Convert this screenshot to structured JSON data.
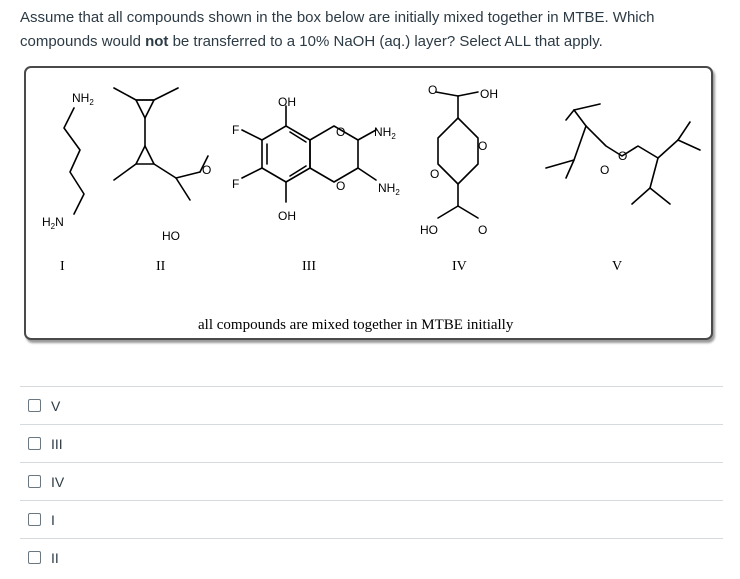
{
  "question": {
    "part1": "Assume that all compounds shown in the box below are initially mixed together in MTBE. Which compounds would ",
    "emphasis": "not",
    "part2": " be transferred to a 10% NaOH (aq.) layer? Select ALL that apply."
  },
  "figure": {
    "compound_numbers": [
      "I",
      "II",
      "III",
      "IV",
      "V"
    ],
    "atom_labels": {
      "nh2": "NH",
      "nh2_sub": "2",
      "h2n_h": "H",
      "h2n_sub": "2",
      "h2n_n": "N",
      "oh": "OH",
      "ho": "HO",
      "o": "O",
      "f": "F"
    },
    "caption": "all compounds are mixed together in MTBE initially"
  },
  "answers": [
    {
      "label": "V"
    },
    {
      "label": "III"
    },
    {
      "label": "IV"
    },
    {
      "label": "I"
    },
    {
      "label": "II"
    }
  ]
}
